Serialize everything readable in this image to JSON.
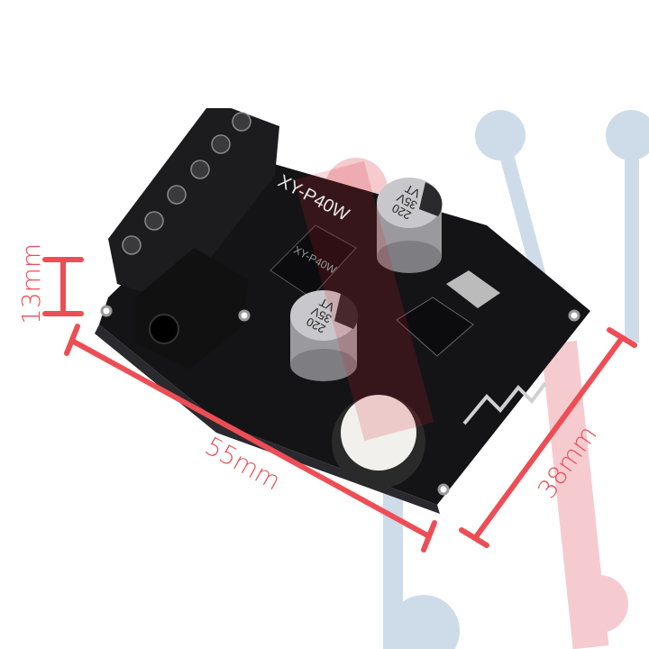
{
  "product": {
    "model_label": "XY-P40W",
    "chip_label": "XY-P40W",
    "capacitors": [
      {
        "value": "220",
        "voltage": "35V",
        "series": "VT"
      },
      {
        "value": "220",
        "voltage": "35V",
        "series": "VT"
      }
    ]
  },
  "dimensions": {
    "height": "13mm",
    "length": "55mm",
    "width": "38mm"
  },
  "colors": {
    "annotation": "#ee4d55",
    "pcb": "#141416",
    "deco_blue": "#c9d9e8",
    "deco_red": "#f4c6cb"
  }
}
